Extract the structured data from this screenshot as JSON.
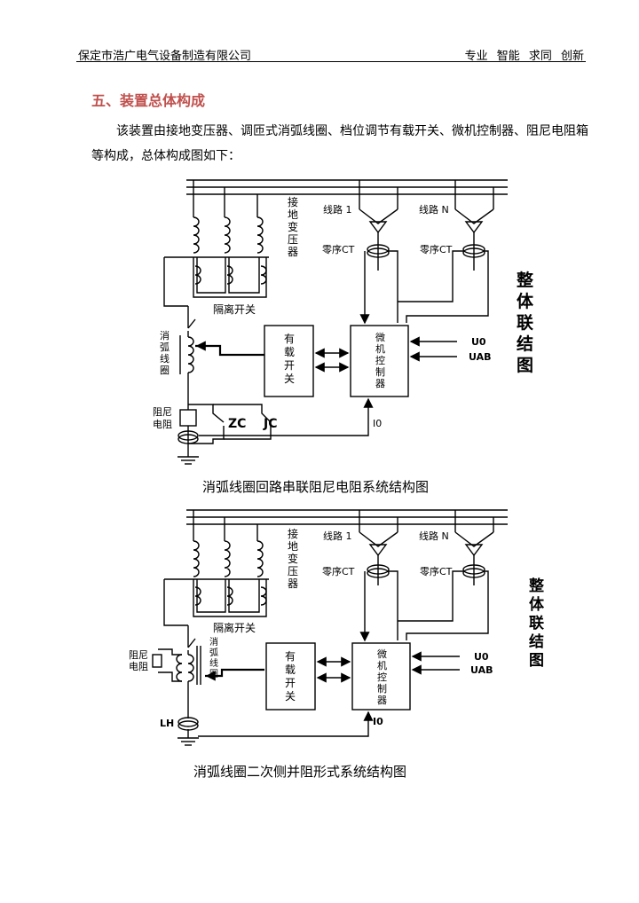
{
  "header": {
    "company": "保定市浩广电气设备制造有限公司",
    "slogan": "专业 智能  求同  创新"
  },
  "section_title": "五、装置总体构成",
  "intro": "该装置由接地变压器、调匝式消弧线圈、档位调节有载开关、微机控制器、阻尼电阻箱等构成，总体构成图如下：",
  "diagram1": {
    "transformer": "接地变压器",
    "line1": "线路 1",
    "lineN": "线路 N",
    "ct": "零序CT",
    "isolator": "隔离开关",
    "coil": "消弧线圈",
    "tap_switch": "有载开关",
    "controller": "微机控制器",
    "u0": "U0",
    "uab": "UAB",
    "io": "I0",
    "resistor": "阻尼电阻",
    "zc": "ZC",
    "jc": "JC",
    "side_title": "整体联结图",
    "caption": "消弧线圈回路串联阻尼电阻系统结构图"
  },
  "diagram2": {
    "transformer": "接地变压器",
    "line1": "线路 1",
    "lineN": "线路 N",
    "ct": "零序CT",
    "isolator": "隔离开关",
    "coil": "消弧线圈",
    "tap_switch": "有载开关",
    "controller": "微机控制器",
    "u0": "U0",
    "uab": "UAB",
    "io": "I0",
    "resistor": "阻尼电阻",
    "lh": "LH",
    "side_title": "整体联结图",
    "caption": "消弧线圈二次侧并阻形式系统结构图"
  }
}
